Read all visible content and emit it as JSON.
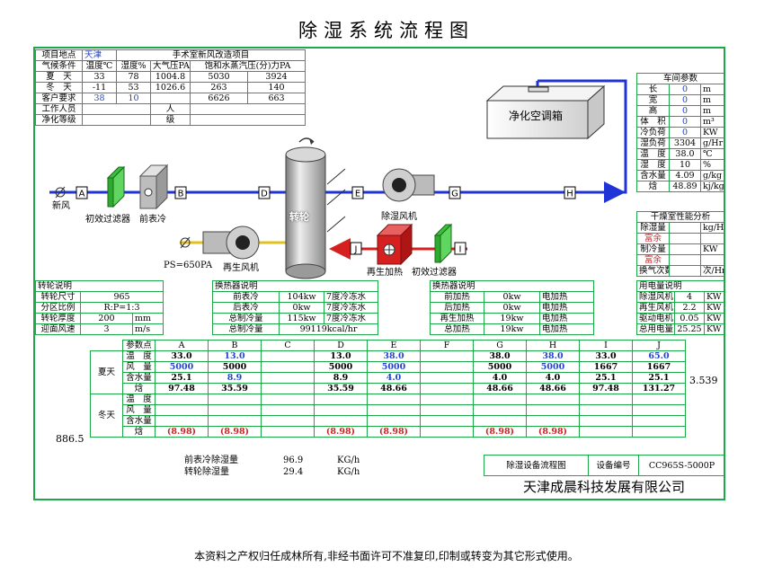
{
  "title": "除湿系统流程图",
  "project": {
    "rows": [
      [
        "项目地点",
        "天津",
        "手术室新风改造项目",
        "",
        "",
        ""
      ],
      [
        "气候条件",
        "温度℃",
        "湿度%",
        "大气压PA",
        "饱和水蒸汽压(分)力PA",
        ""
      ],
      [
        "夏　天",
        "33",
        "78",
        "1004.8",
        "5030",
        "3924"
      ],
      [
        "冬　天",
        "-11",
        "53",
        "1026.6",
        "263",
        "140"
      ],
      [
        "客户要求",
        "38",
        "10",
        "",
        "6626",
        "663"
      ],
      [
        "工作人员",
        "",
        "",
        "人",
        "",
        ""
      ],
      [
        "净化等级",
        "",
        "",
        "级",
        "",
        ""
      ]
    ]
  },
  "workshop": {
    "title": "车间参数",
    "rows": [
      [
        "长",
        "0",
        "m"
      ],
      [
        "宽",
        "0",
        "m"
      ],
      [
        "高",
        "0",
        "m"
      ],
      [
        "体　积",
        "0",
        "m³"
      ],
      [
        "冷负荷",
        "0",
        "KW"
      ],
      [
        "湿负荷",
        "3304",
        "g/Hr"
      ],
      [
        "温　度",
        "38.0",
        "℃"
      ],
      [
        "湿　度",
        "10",
        "%"
      ],
      [
        "含水量",
        "4.09",
        "g/kg"
      ],
      [
        "焓",
        "48.89",
        "kj/kg"
      ]
    ]
  },
  "dry_analysis": {
    "title": "干燥室性能分析",
    "rows": [
      [
        "除湿量",
        "",
        "kg/Hr"
      ],
      [
        "富余",
        "",
        ""
      ],
      [
        "制冷量",
        "",
        "KW"
      ],
      [
        "富余",
        "",
        ""
      ],
      [
        "换气次数",
        "",
        "次/Hr"
      ]
    ]
  },
  "diagram": {
    "ahu_label": "净化空调箱",
    "new_air": "新风",
    "pre_filter": "初效过滤器",
    "pre_cooler": "前表冷",
    "wheel": "转轮",
    "dehum_fan": "除湿风机",
    "regen_fan": "再生风机",
    "regen_heater": "再生加热",
    "pre_filter2": "初效过滤器",
    "ps": "PS=650PA",
    "points": [
      "A",
      "B",
      "D",
      "E",
      "G",
      "H",
      "J",
      "I"
    ]
  },
  "wheel_info": {
    "title": "转轮说明",
    "rows": [
      [
        "转轮尺寸",
        "965",
        ""
      ],
      [
        "分区比例",
        "R:P=1:3",
        ""
      ],
      [
        "转轮厚度",
        "200",
        "mm"
      ],
      [
        "迎面风速",
        "3",
        "m/s"
      ]
    ]
  },
  "hx1": {
    "title": "换热器说明",
    "rows": [
      [
        "前表冷",
        "104kw",
        "7度冷冻水"
      ],
      [
        "后表冷",
        "0kw",
        "7度冷冻水"
      ],
      [
        "总制冷量",
        "115kw",
        "7度冷冻水"
      ],
      [
        "总制冷量",
        "99119kcal/hr",
        ""
      ]
    ]
  },
  "hx2": {
    "title": "换热器说明",
    "rows": [
      [
        "前加热",
        "0kw",
        "电加热"
      ],
      [
        "后加热",
        "0kw",
        "电加热"
      ],
      [
        "再生加热",
        "19kw",
        "电加热"
      ],
      [
        "总加热",
        "19kw",
        "电加热"
      ]
    ]
  },
  "power": {
    "title": "用电量说明",
    "rows": [
      [
        "除湿风机",
        "4",
        "KW"
      ],
      [
        "再生风机",
        "2.2",
        "KW"
      ],
      [
        "驱动电机",
        "0.05",
        "KW"
      ],
      [
        "总用电量",
        "25.25",
        "KW"
      ]
    ]
  },
  "params": {
    "header": [
      "参数点",
      "A",
      "B",
      "C",
      "D",
      "E",
      "F",
      "G",
      "H",
      "I",
      "J"
    ],
    "summer_label": "夏天",
    "winter_label": "冬天",
    "row_labels": [
      "温　度",
      "风　量",
      "含水量",
      "焓"
    ],
    "summer": [
      [
        "33.0",
        "13.0",
        "",
        "13.0",
        "38.0",
        "",
        "38.0",
        "38.0",
        "33.0",
        "65.0"
      ],
      [
        "5000",
        "5000",
        "",
        "5000",
        "5000",
        "",
        "5000",
        "5000",
        "1667",
        "1667"
      ],
      [
        "25.1",
        "8.9",
        "",
        "8.9",
        "4.0",
        "",
        "4.0",
        "4.0",
        "25.1",
        "25.1"
      ],
      [
        "97.48",
        "35.59",
        "",
        "35.59",
        "48.66",
        "",
        "48.66",
        "48.66",
        "97.48",
        "131.27"
      ]
    ],
    "winter_enth": [
      "(8.98)",
      "(8.98)",
      "",
      "(8.98)",
      "(8.98)",
      "",
      "(8.98)",
      "(8.98)",
      "",
      ""
    ],
    "side_right": "3.539",
    "side_left": "886.5"
  },
  "removal": [
    [
      "前表冷除湿量",
      "96.9",
      "KG/h"
    ],
    [
      "转轮除湿量",
      "29.4",
      "KG/h"
    ]
  ],
  "title_block": {
    "label1": "除湿设备流程图",
    "label2": "设备编号",
    "code": "CC965S-5000P",
    "company": "天津成晨科技发展有限公司"
  },
  "footer": "本资料之产权归任成林所有,非经书面许可不准复印,印制或转变为其它形式使用。",
  "colors": {
    "grid": "#1fa84a",
    "air": "#1f33d6",
    "regen": "#d62020",
    "value_blue": "#2244cc"
  }
}
